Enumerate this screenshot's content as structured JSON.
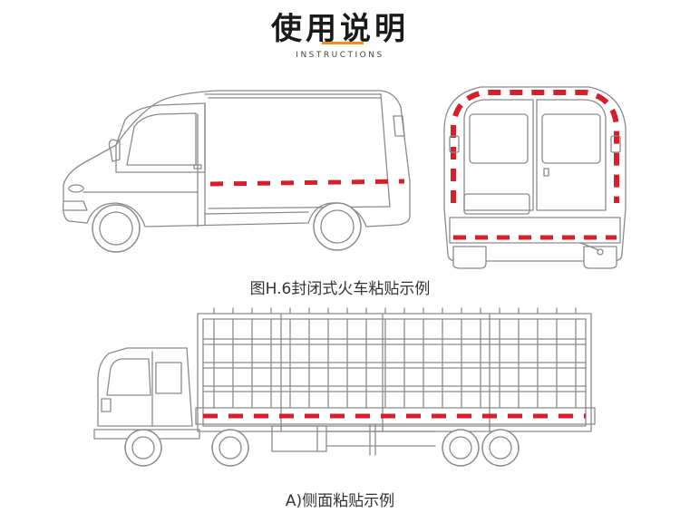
{
  "header": {
    "title": "使用说明",
    "subtitle": "INSTRUCTIONS",
    "accent_color": "#f08c1e"
  },
  "figures": [
    {
      "caption": "图H.6封闭式火车粘贴示例",
      "subject": "van-side-and-rear"
    },
    {
      "caption": "A)侧面粘贴示例",
      "subject": "truck-side"
    }
  ],
  "tape_colors": {
    "red": "#d4202a",
    "white": "#ffffff"
  }
}
